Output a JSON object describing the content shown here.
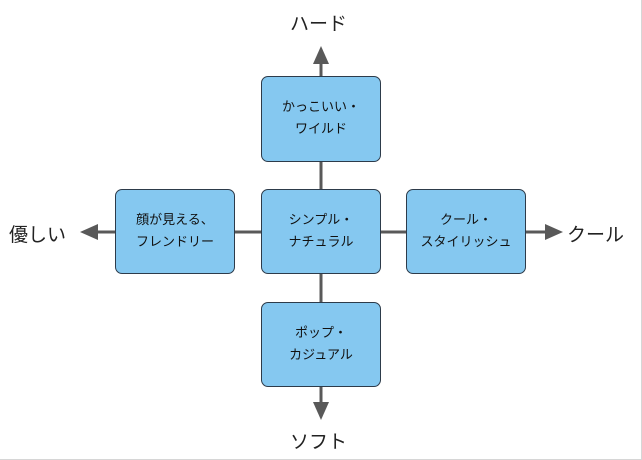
{
  "colors": {
    "box_fill": "#85c8f0",
    "arrow": "#595959"
  },
  "axes": {
    "top": "ハード",
    "bottom": "ソフト",
    "left": "優しい",
    "right": "クール"
  },
  "boxes": {
    "top": "かっこいい・\nワイルド",
    "center": "シンプル・\nナチュラル",
    "left": "顔が見える、\nフレンドリー",
    "right": "クール・\nスタイリッシュ",
    "bottom": "ポップ・\nカジュアル"
  }
}
